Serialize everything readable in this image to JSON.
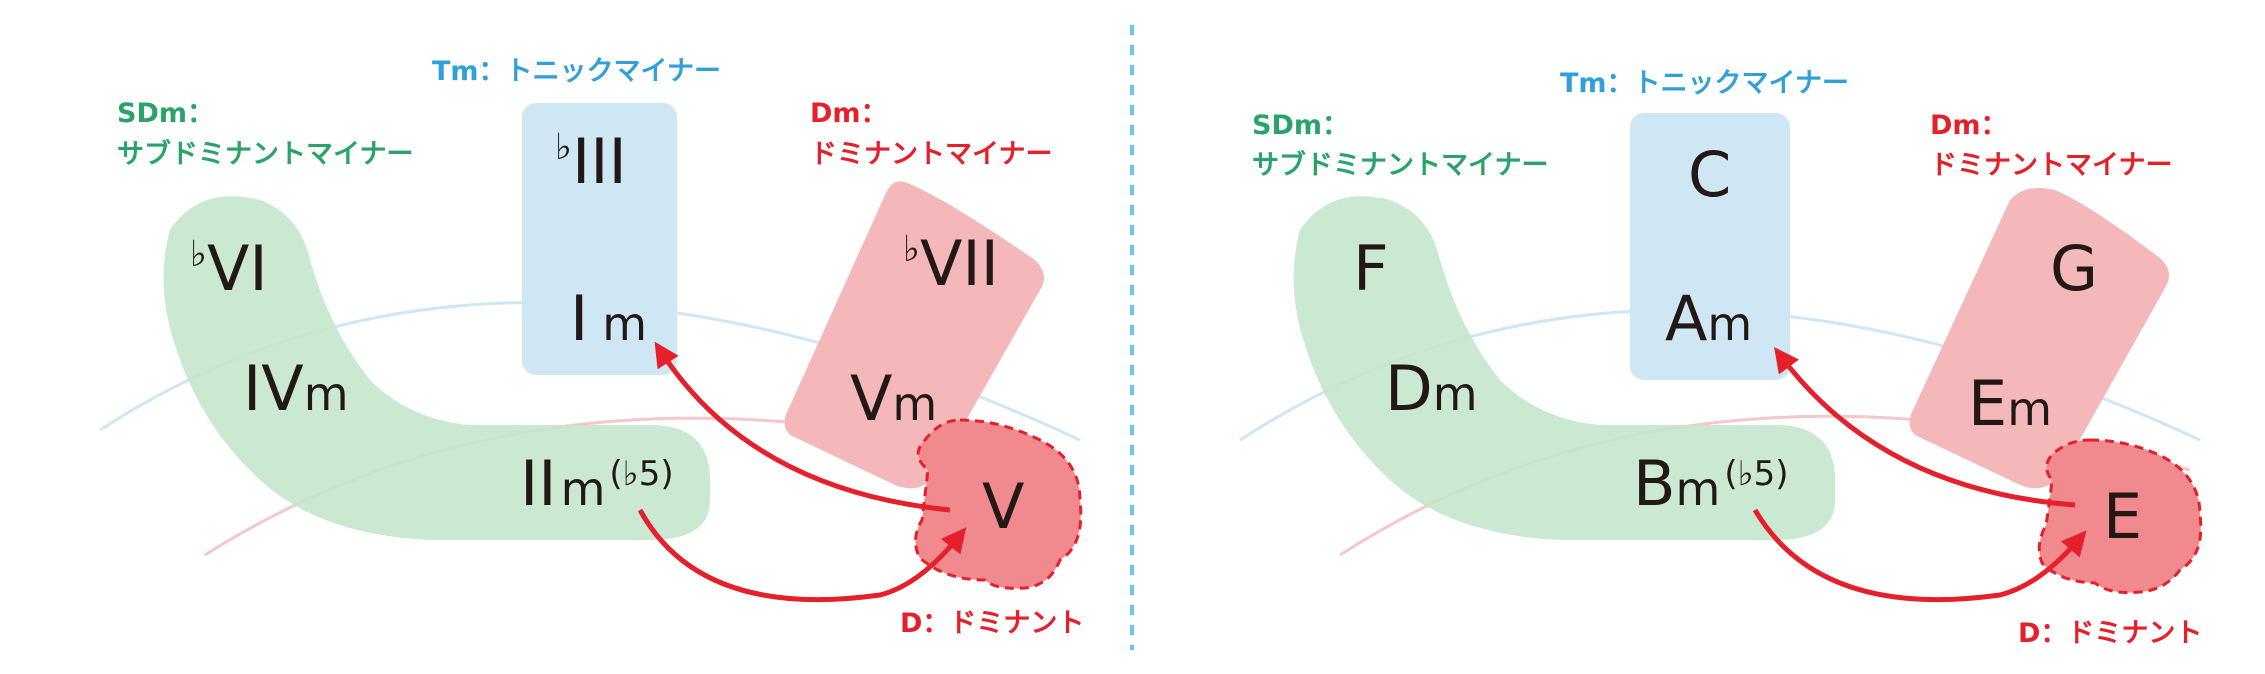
{
  "colors": {
    "tonic": "#2fa0d8",
    "subdominant": "#2aa36b",
    "dominant": "#e5202a",
    "tonic_fill": "#cfe7f5",
    "subdominant_fill": "#c4e6cd",
    "dominant_fill": "#f4b8bb",
    "dominant_blob": "#f18a8f",
    "divider": "#6cc4e8",
    "text": "#231815"
  },
  "panels": [
    {
      "labels": {
        "tonic": "Tm：トニックマイナー",
        "subdominant_line1": "SDm：",
        "subdominant_line2": "サブドミナントマイナー",
        "dominant_line1": "Dm：",
        "dominant_line2": "ドミナントマイナー",
        "dominant_main": "D：ドミナント"
      },
      "tonic_chords": {
        "upper": {
          "flat": "♭",
          "main": "III",
          "suffix": ""
        },
        "lower": {
          "flat": "",
          "main": "I",
          "suffix": "m"
        }
      },
      "subdominant_chords": [
        {
          "flat": "♭",
          "main": "VI",
          "suffix": "",
          "sup": ""
        },
        {
          "flat": "",
          "main": "IV",
          "suffix": "m",
          "sup": ""
        },
        {
          "flat": "",
          "main": "II",
          "suffix": "m",
          "sup": "(♭5)"
        }
      ],
      "dominant_minor_chords": [
        {
          "flat": "♭",
          "main": "VII",
          "suffix": ""
        },
        {
          "flat": "",
          "main": "V",
          "suffix": "m"
        }
      ],
      "dominant_chord": "V"
    },
    {
      "labels": {
        "tonic": "Tm：トニックマイナー",
        "subdominant_line1": "SDm：",
        "subdominant_line2": "サブドミナントマイナー",
        "dominant_line1": "Dm：",
        "dominant_line2": "ドミナントマイナー",
        "dominant_main": "D：ドミナント"
      },
      "tonic_chords": {
        "upper": {
          "flat": "",
          "main": "C",
          "suffix": ""
        },
        "lower": {
          "flat": "",
          "main": "A",
          "suffix": "m"
        }
      },
      "subdominant_chords": [
        {
          "flat": "",
          "main": "F",
          "suffix": "",
          "sup": ""
        },
        {
          "flat": "",
          "main": "D",
          "suffix": "m",
          "sup": ""
        },
        {
          "flat": "",
          "main": "B",
          "suffix": "m",
          "sup": "(♭5)"
        }
      ],
      "dominant_minor_chords": [
        {
          "flat": "",
          "main": "G",
          "suffix": ""
        },
        {
          "flat": "",
          "main": "E",
          "suffix": "m"
        }
      ],
      "dominant_chord": "E"
    }
  ]
}
